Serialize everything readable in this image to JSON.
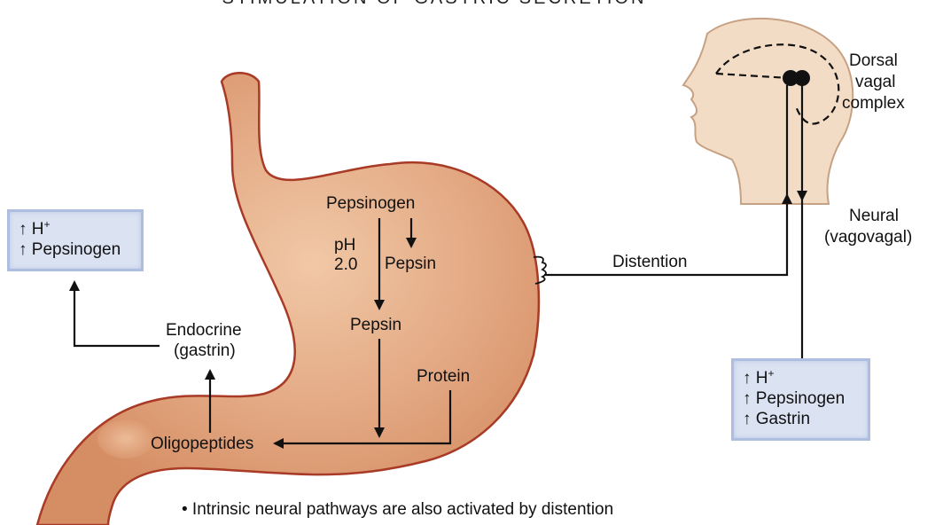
{
  "title": "Stimulation of gastric secretion",
  "labels": {
    "pepsinogen": "Pepsinogen",
    "ph": "pH",
    "ph_value": "2.0",
    "pepsin_small": "Pepsin",
    "pepsin": "Pepsin",
    "protein": "Protein",
    "oligopeptides": "Oligopeptides",
    "endocrine_line1": "Endocrine",
    "endocrine_line2": "(gastrin)",
    "distention": "Distention",
    "dorsal_line1": "Dorsal",
    "dorsal_line2": "vagal",
    "dorsal_line3": "complex",
    "neural_line1": "Neural",
    "neural_line2": "(vagovagal)",
    "footnote": "• Intrinsic neural pathways are also activated by distention"
  },
  "left_box": {
    "line1_arrow": "↑",
    "line1_text": "H",
    "line1_sup": "+",
    "line2_arrow": "↑",
    "line2_text": "Pepsinogen"
  },
  "right_box": {
    "line1_arrow": "↑",
    "line1_text": "H",
    "line1_sup": "+",
    "line2_arrow": "↑",
    "line2_text": "Pepsinogen",
    "line3_arrow": "↑",
    "line3_text": "Gastrin"
  },
  "colors": {
    "stomach_fill": "#dc9a72",
    "stomach_light": "#f1c8a6",
    "stomach_outline": "#a83a26",
    "head_fill": "#f3dcc6",
    "head_outline": "#c7a184",
    "box_fill": "#dbe3f3",
    "box_border": "#aebee0"
  }
}
